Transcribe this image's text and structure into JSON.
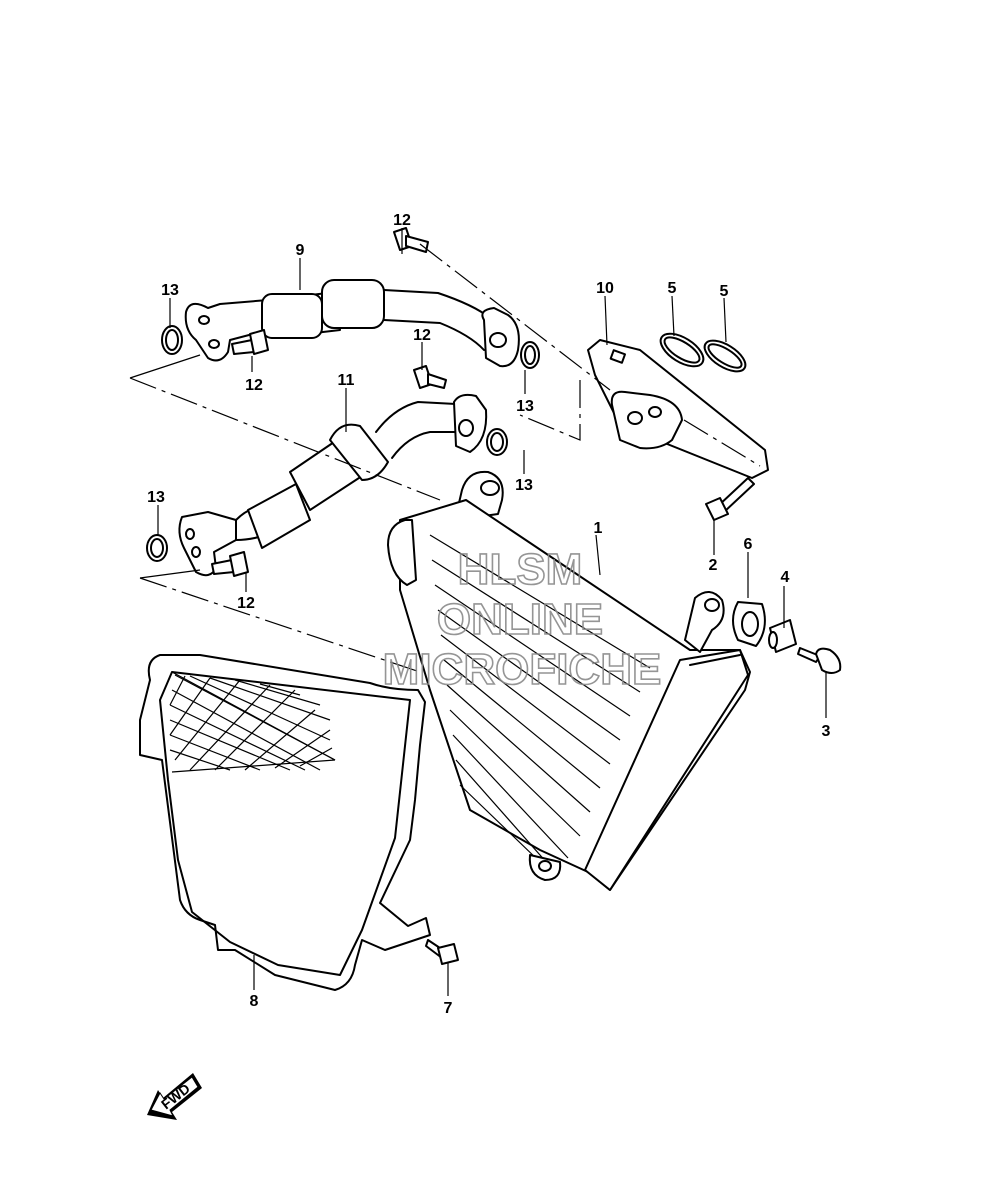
{
  "watermark": {
    "line1": "HLSM",
    "line2": "ONLINE",
    "line3": "MICROFICHE"
  },
  "direction_badge": {
    "text": "FWD",
    "icon": "forward-arrow-icon"
  },
  "callouts": {
    "c1": "1",
    "c2": "2",
    "c3": "3",
    "c4": "4",
    "c5a": "5",
    "c5b": "5",
    "c6": "6",
    "c7": "7",
    "c8": "8",
    "c9": "9",
    "c10": "10",
    "c11": "11",
    "c12a": "12",
    "c12b": "12",
    "c12c": "12",
    "c12d": "12",
    "c13a": "13",
    "c13b": "13",
    "c13c": "13",
    "c13d": "13"
  }
}
